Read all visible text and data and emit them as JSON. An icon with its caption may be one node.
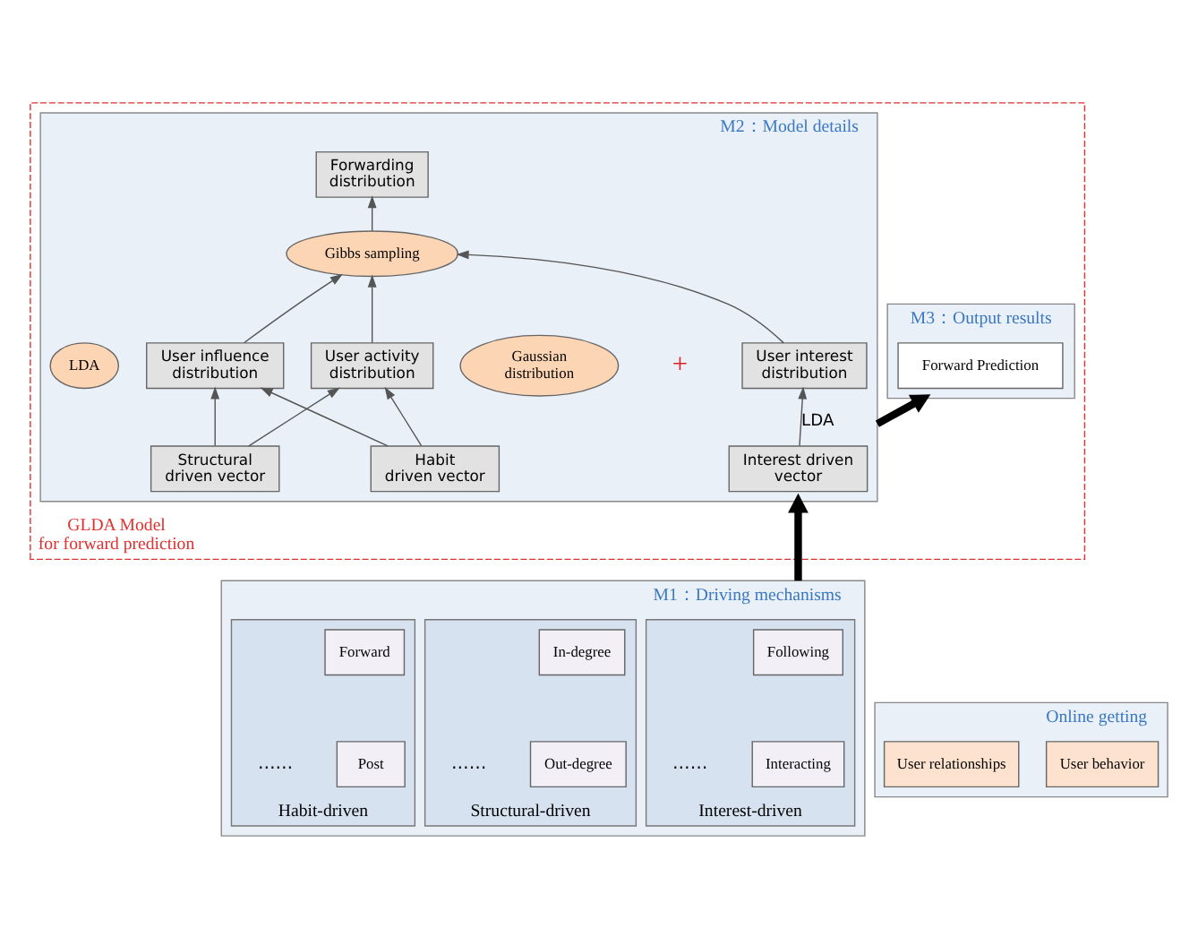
{
  "diagram": {
    "nodes": [
      {
        "text": [
          "GLDA Model for forward prediction"
        ]
      },
      {
        "text": [
          "M3：Output results"
        ],
        "in": 0
      },
      {
        "text": [
          "Forward Prediction"
        ],
        "in": 1
      },
      {
        "text": [
          "M2：Model details"
        ],
        "in": 0
      },
      {
        "text": [
          "Interest driven vector"
        ],
        "in": 3
      },
      {
        "text": [
          "Habit driven vector"
        ],
        "in": 3
      },
      {
        "text": [
          "Structural driven vector"
        ],
        "in": 3
      },
      {
        "text": [
          "Gaussian distribution"
        ],
        "in": 3
      },
      {
        "text": [
          "LDA"
        ],
        "in": 3
      },
      {
        "text": [
          "User interest distribution"
        ],
        "in": 3
      },
      {
        "text": [
          "User activity distribution"
        ],
        "in": 3
      },
      {
        "text": [
          "User influence distribution"
        ],
        "in": 3
      },
      {
        "text": [
          "Forwarding distribution"
        ],
        "in": 3
      },
      {
        "text": [
          "Gibbs sampling"
        ],
        "in": 3
      },
      {
        "text": [
          "M1：Driving mechanisms"
        ]
      },
      {
        "text": [
          "Interest-driven"
        ],
        "in": 14
      },
      {
        "text": [
          "Following"
        ],
        "in": 15
      },
      {
        "text": [
          "Interacting"
        ],
        "in": 15
      },
      {
        "text": [
          "Habit-driven"
        ],
        "in": 14
      },
      {
        "text": [
          "Forward"
        ],
        "in": 18
      },
      {
        "text": [
          "Post"
        ],
        "in": 18
      },
      {
        "text": [
          "Structural-driven"
        ],
        "in": 14
      },
      {
        "text": [
          "In-degree"
        ],
        "in": 21
      },
      {
        "text": [
          "Out-degree"
        ],
        "in": 21
      },
      {
        "text": [
          "Online getting"
        ]
      },
      {
        "text": [
          "User behavior"
        ],
        "in": 24
      },
      {
        "text": [
          "User relationships"
        ],
        "in": 24
      }
    ],
    "edges": [
      {
        "from": 4,
        "to": 9,
        "arrow": "to",
        "label": "LDA"
      },
      {
        "from": 5,
        "to": 10,
        "arrow": "to"
      },
      {
        "from": 5,
        "to": 11,
        "arrow": "to"
      },
      {
        "from": 6,
        "to": 10,
        "arrow": "to"
      },
      {
        "from": 6,
        "to": 11,
        "arrow": "to"
      },
      {
        "from": 9,
        "to": 13,
        "arrow": "to"
      },
      {
        "from": 10,
        "to": 13,
        "arrow": "to"
      },
      {
        "from": 11,
        "to": 13,
        "arrow": "to"
      },
      {
        "from": 13,
        "to": 12,
        "arrow": "to"
      },
      {
        "from": 14,
        "to": 3,
        "arrow": "to",
        "style": "thick",
        "color": "#000000"
      },
      {
        "from": 3,
        "to": 1,
        "arrow": "to",
        "style": "thick",
        "color": "#000000"
      }
    ],
    "labels": [
      "+",
      "……",
      "……",
      "……"
    ]
  }
}
